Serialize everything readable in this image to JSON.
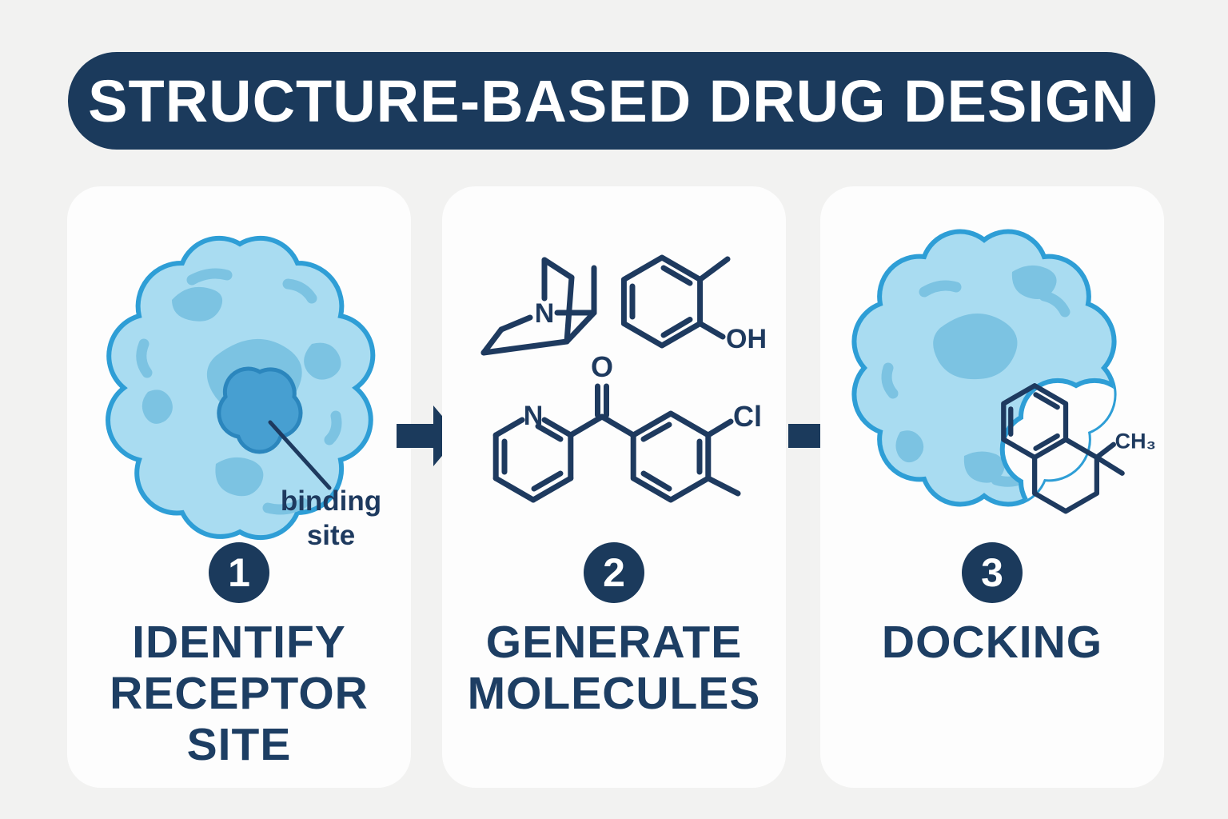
{
  "colors": {
    "background": "#f2f2f1",
    "card": "#fdfdfd",
    "navy": "#1b3a5c",
    "heading": "#1d3e63",
    "molecule_ink": "#1e3a5f",
    "protein_fill": "#a9dcf1",
    "protein_patch": "#7cc3e2",
    "protein_outline": "#2e9ed6",
    "binding_site_fill": "#479fd1",
    "binding_site_outline": "#2b86bd"
  },
  "icons": {
    "step_arrow": "arrow-right"
  },
  "title": "STRUCTURE-BASED DRUG DESIGN",
  "steps": [
    {
      "number": "1",
      "label_lines": [
        "IDENTIFY",
        "RECEPTOR",
        "SITE"
      ],
      "annotation_lines": [
        "binding",
        "site"
      ],
      "illustration": "protein-with-binding-site"
    },
    {
      "number": "2",
      "label_lines": [
        "GENERATE",
        "MOLECULES"
      ],
      "molecules": [
        {
          "name": "bicyclic-amine",
          "labels": {
            "n": "N"
          }
        },
        {
          "name": "methyl-phenol",
          "labels": {
            "oh": "OH"
          }
        },
        {
          "name": "pyridinyl-aryl-ketone",
          "labels": {
            "n": "N",
            "o": "O",
            "cl": "Cl"
          }
        }
      ]
    },
    {
      "number": "3",
      "label_lines": [
        "DOCKING"
      ],
      "molecules": [
        {
          "name": "dimethyl-tetralin-ligand",
          "labels": {
            "ch3": "CH₃"
          }
        }
      ],
      "illustration": "protein-with-docked-ligand"
    }
  ]
}
